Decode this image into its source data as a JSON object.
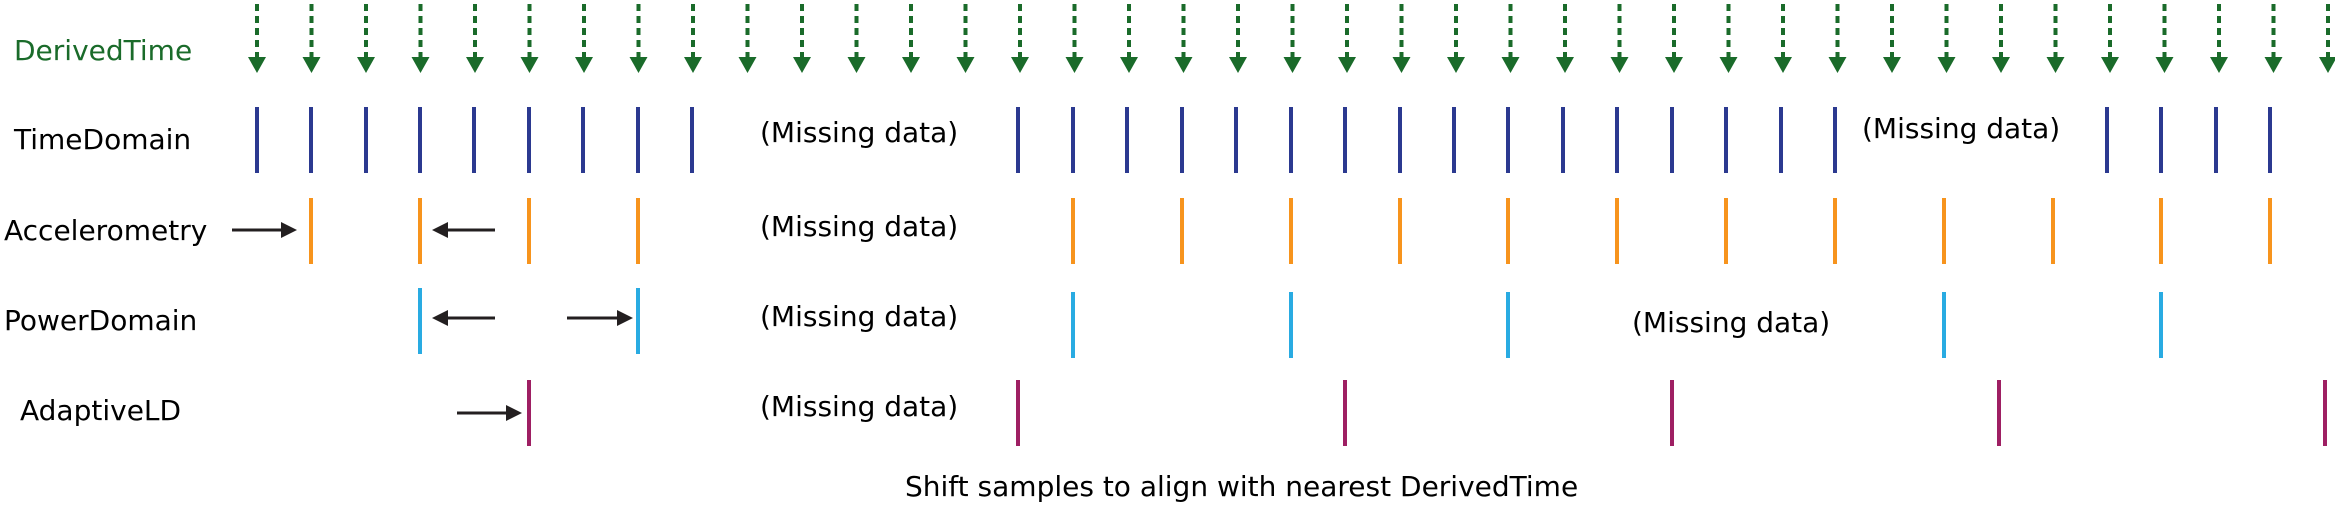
{
  "colors": {
    "derived": "#1a6b2a",
    "timedomain": "#2b3990",
    "accelerometry": "#f7941d",
    "powerdomain": "#29abe2",
    "adaptiveld": "#9e1f63",
    "arrow": "#231f20"
  },
  "rows": [
    {
      "key": "derived",
      "label": "DerivedTime"
    },
    {
      "key": "timedomain",
      "label": "TimeDomain"
    },
    {
      "key": "accelerometry",
      "label": "Accelerometry"
    },
    {
      "key": "powerdomain",
      "label": "PowerDomain"
    },
    {
      "key": "adaptiveld",
      "label": "AdaptiveLD"
    }
  ],
  "missing_labels": {
    "timedomain_1": "(Missing data)",
    "timedomain_2": "(Missing data)",
    "accelerometry_1": "(Missing data)",
    "powerdomain_1": "(Missing data)",
    "powerdomain_2": "(Missing data)",
    "adaptiveld_1": "(Missing data)"
  },
  "caption": "Shift samples to align with nearest DerivedTime"
}
